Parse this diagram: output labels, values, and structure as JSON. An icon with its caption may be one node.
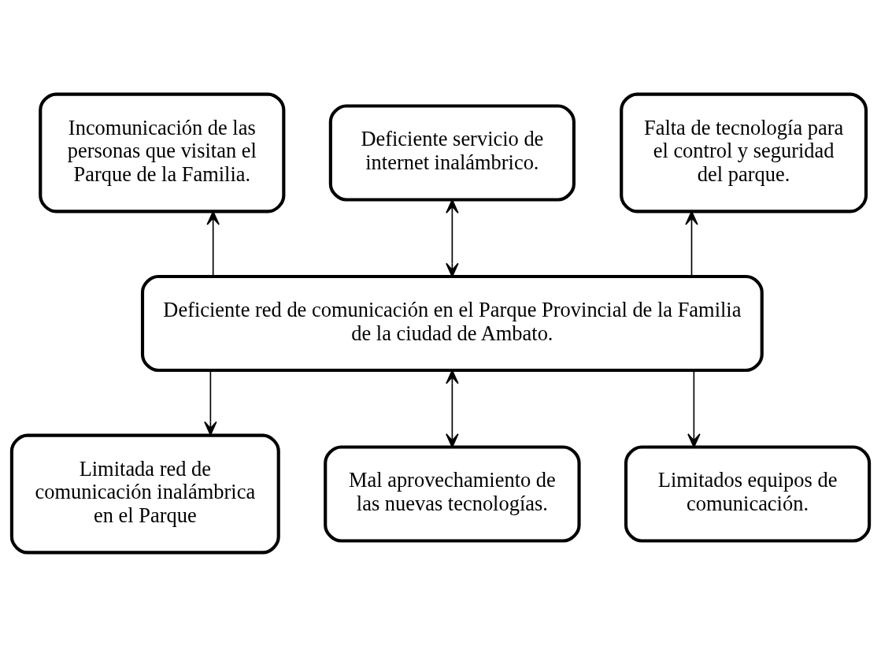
{
  "diagram": {
    "nodes": [
      {
        "text": [
          "Incomunicación de las personas que visitan el Parque de la Familia."
        ]
      },
      {
        "text": [
          "Deficiente servicio de internet inalámbrico."
        ]
      },
      {
        "text": [
          "Falta de tecnología para el control y seguridad del parque."
        ]
      },
      {
        "text": [
          "Deficiente red de comunicación en el Parque Provincial de la Familia de la ciudad de Ambato."
        ]
      },
      {
        "text": [
          "Limitada red de comunicación inalámbrica en el Parque"
        ]
      },
      {
        "text": [
          "Mal aprovechamiento de las nuevas tecnologías."
        ]
      },
      {
        "text": [
          "Limitados equipos de comunicación."
        ]
      }
    ],
    "edges": [
      {
        "from": 3,
        "to": 0,
        "arrow": "to"
      },
      {
        "from": 3,
        "to": 1,
        "arrow": "both"
      },
      {
        "from": 3,
        "to": 2,
        "arrow": "to"
      },
      {
        "from": 3,
        "to": 4,
        "arrow": "to"
      },
      {
        "from": 3,
        "to": 5,
        "arrow": "both"
      },
      {
        "from": 3,
        "to": 6,
        "arrow": "to"
      }
    ]
  }
}
